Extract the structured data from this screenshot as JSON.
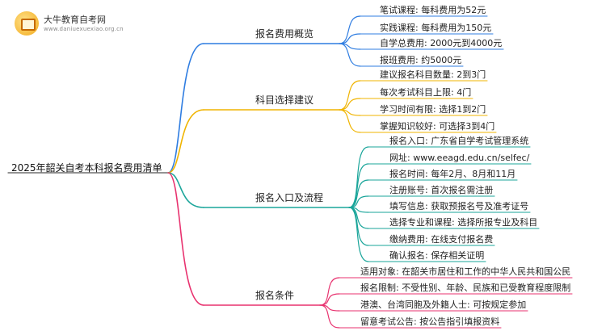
{
  "logo": {
    "title": "大牛教育自考网",
    "url": "www.daniuexuexiao.org.cn"
  },
  "root": "2025年韶关自考本科报名费用清单",
  "colors": {
    "blue": "#2f7de1",
    "orange": "#f0b400",
    "teal": "#1aa59a",
    "pink": "#e8326f",
    "root_line": "#555555"
  },
  "branches": [
    {
      "label": "报名费用概览",
      "items": [
        "笔试课程: 每科费用为52元",
        "实践课程: 每科费用为150元",
        "自学总费用: 2000元到4000元",
        "报班费用: 约5000元"
      ]
    },
    {
      "label": "科目选择建议",
      "items": [
        "建议报名科目数量: 2到3门",
        "每次考试科目上限: 4门",
        "学习时间有限: 选择1到2门",
        "掌握知识较好: 可选择3到4门"
      ]
    },
    {
      "label": "报名入口及流程",
      "items": [
        "报名入口: 广东省自学考试管理系统",
        "网址: www.eeagd.edu.cn/selfec/",
        "报名时间: 每年2月、8月和11月",
        "注册账号: 首次报名需注册",
        "填写信息: 获取预报名号及准考证号",
        "选择专业和课程: 选择所报专业及科目",
        "缴纳费用: 在线支付报名费",
        "确认报名: 保存相关证明"
      ]
    },
    {
      "label": "报名条件",
      "items": [
        "适用对象: 在韶关市居住和工作的中华人民共和国公民",
        "报名限制: 不受性别、年龄、民族和已受教育程度限制",
        "港澳、台湾同胞及外籍人士: 可按规定参加",
        "留意考试公告: 按公告指引填报资料"
      ]
    }
  ]
}
